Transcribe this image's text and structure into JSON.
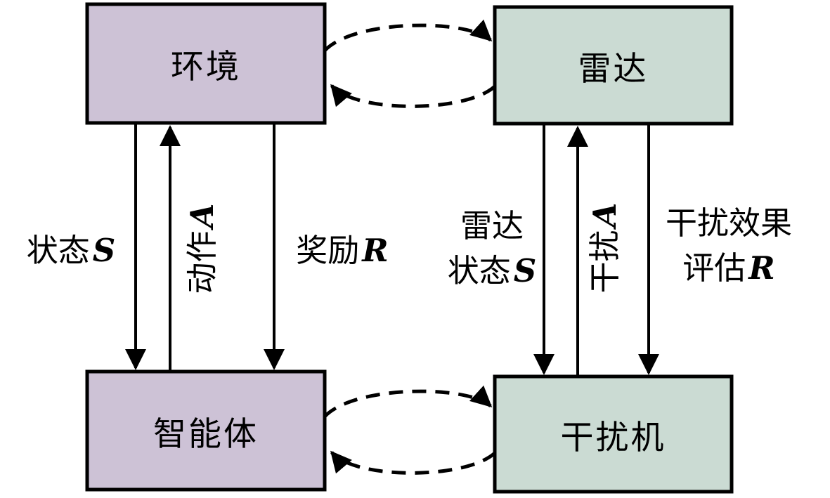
{
  "boxes": {
    "environment": {
      "label": "环境",
      "fill": "#cdc2d6"
    },
    "radar": {
      "label": "雷达",
      "fill": "#cbdbd3"
    },
    "agent": {
      "label": "智能体",
      "fill": "#cdc2d6"
    },
    "jammer": {
      "label": "干扰机",
      "fill": "#cbdbd3"
    }
  },
  "edges": {
    "state": {
      "text": "状态",
      "symbol": "S"
    },
    "action": {
      "text": "动作",
      "symbol": "A"
    },
    "reward": {
      "text": "奖励",
      "symbol": "R"
    },
    "radar_state": {
      "line1": "雷达",
      "line2": "状态",
      "symbol": "S"
    },
    "jamming": {
      "text": "干扰",
      "symbol": "A"
    },
    "effect": {
      "line1": "干扰效果",
      "line2": "评估",
      "symbol": "R"
    }
  },
  "colors": {
    "stroke": "#000000",
    "background": "#ffffff"
  }
}
